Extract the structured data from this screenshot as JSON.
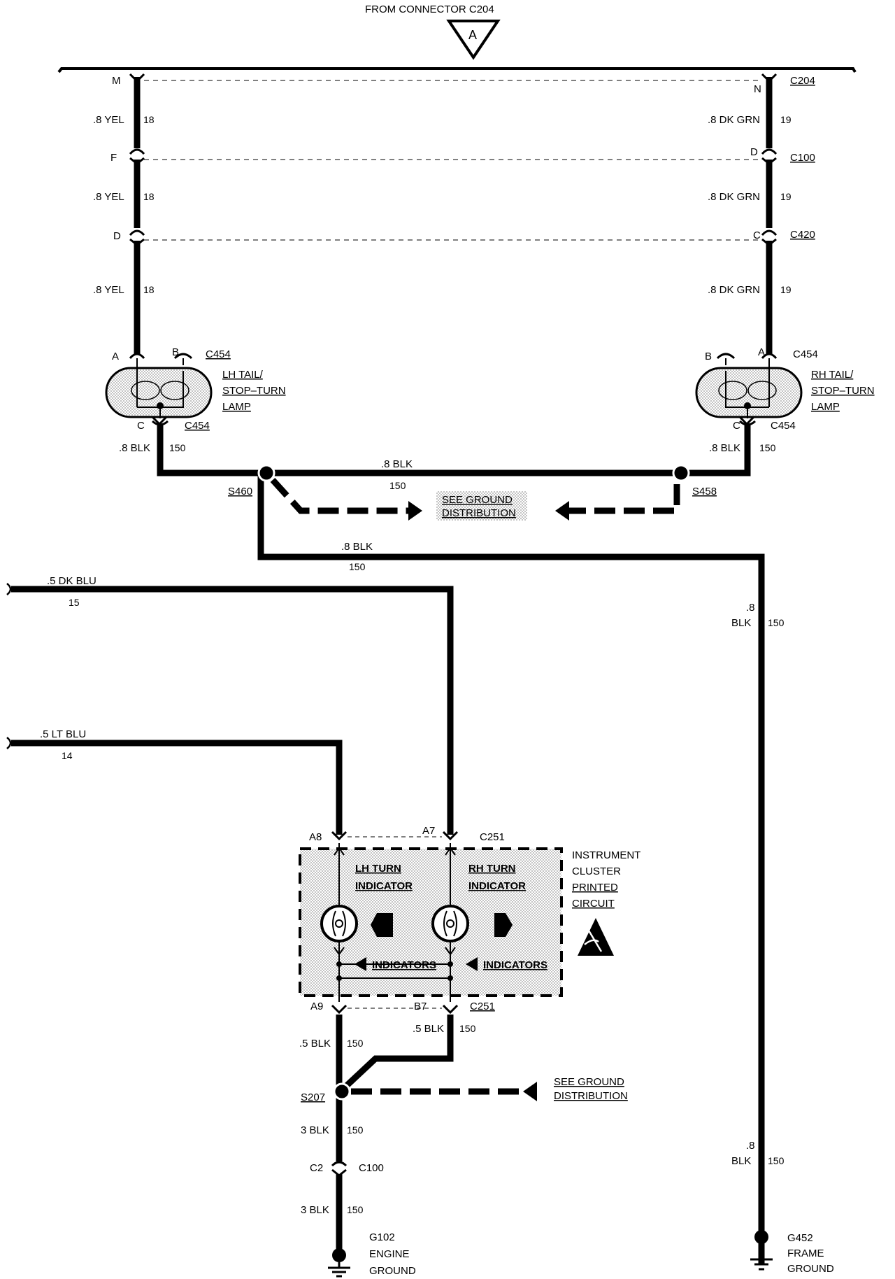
{
  "header": {
    "from_connector": "FROM CONNECTOR C204",
    "symbol_letter": "A"
  },
  "connectors": {
    "c204_left_pin": "M",
    "c204_right_pin": "N",
    "c204_name": "C204",
    "c100_left_pin": "F",
    "c100_right_pin": "D",
    "c100_name": "C100",
    "c420_left_pin": "D",
    "c420_right_pin": "C",
    "c420_name": "C420"
  },
  "left_feed": {
    "seg1_wire": ".8 YEL",
    "seg1_circuit": "18",
    "seg2_wire": ".8 YEL",
    "seg2_circuit": "18",
    "seg3_wire": ".8 YEL",
    "seg3_circuit": "18"
  },
  "right_feed": {
    "seg1_wire": ".8 DK GRN",
    "seg1_circuit": "19",
    "seg2_wire": ".8 DK GRN",
    "seg2_circuit": "19",
    "seg3_wire": ".8 DK GRN",
    "seg3_circuit": "19"
  },
  "lh_lamp": {
    "pin_a": "A",
    "pin_b": "B",
    "conn_top": "C454",
    "name_line1": "LH TAIL/",
    "name_line2": "STOP–TURN",
    "name_line3": "LAMP",
    "pin_c": "C",
    "conn_bottom": "C454",
    "ground_wire": ".8 BLK",
    "ground_circuit": "150"
  },
  "rh_lamp": {
    "pin_a": "A",
    "pin_b": "B",
    "conn_top": "C454",
    "name_line1": "RH TAIL/",
    "name_line2": "STOP–TURN",
    "name_line3": "LAMP",
    "pin_c": "C",
    "conn_bottom": "C454",
    "ground_wire": ".8 BLK",
    "ground_circuit": "150"
  },
  "ground_bus": {
    "wire": ".8 BLK",
    "circuit": "150",
    "splice_left": "S460",
    "splice_right": "S458",
    "see_ground_line1": "SEE GROUND",
    "see_ground_line2": "DISTRIBUTION",
    "lower_wire": ".8 BLK",
    "lower_circuit": "150"
  },
  "frame_ground": {
    "upper_wire_line1": ".8",
    "upper_wire_line2": "BLK",
    "upper_circuit": "150",
    "lower_wire_line1": ".8",
    "lower_wire_line2": "BLK",
    "lower_circuit": "150",
    "name": "G452",
    "line2": "FRAME",
    "line3": "GROUND"
  },
  "inputs": {
    "dk_blu_wire": ".5 DK BLU",
    "dk_blu_circuit": "15",
    "lt_blu_wire": ".5 LT BLU",
    "lt_blu_circuit": "14"
  },
  "cluster": {
    "pin_a8": "A8",
    "pin_a7": "A7",
    "conn_top": "C251",
    "title_line1": "INSTRUMENT",
    "title_line2": "CLUSTER",
    "title_line3": "PRINTED",
    "title_line4": "CIRCUIT",
    "lh_line1": "LH TURN",
    "lh_line2": "INDICATOR",
    "rh_line1": "RH TURN",
    "rh_line2": "INDICATOR",
    "indicators_left": "INDICATORS",
    "indicators_right": "INDICATORS",
    "pin_a9": "A9",
    "pin_b7": "B7",
    "conn_bottom": "C251"
  },
  "engine_ground": {
    "b7_wire": ".5 BLK",
    "b7_circuit": "150",
    "a9_wire": ".5 BLK",
    "a9_circuit": "150",
    "splice": "S207",
    "see_ground_line1": "SEE GROUND",
    "see_ground_line2": "DISTRIBUTION",
    "seg2_wire": "3 BLK",
    "seg2_circuit": "150",
    "pin": "C2",
    "conn": "C100",
    "seg3_wire": "3 BLK",
    "seg3_circuit": "150",
    "name": "G102",
    "line2": "ENGINE",
    "line3": "GROUND"
  }
}
